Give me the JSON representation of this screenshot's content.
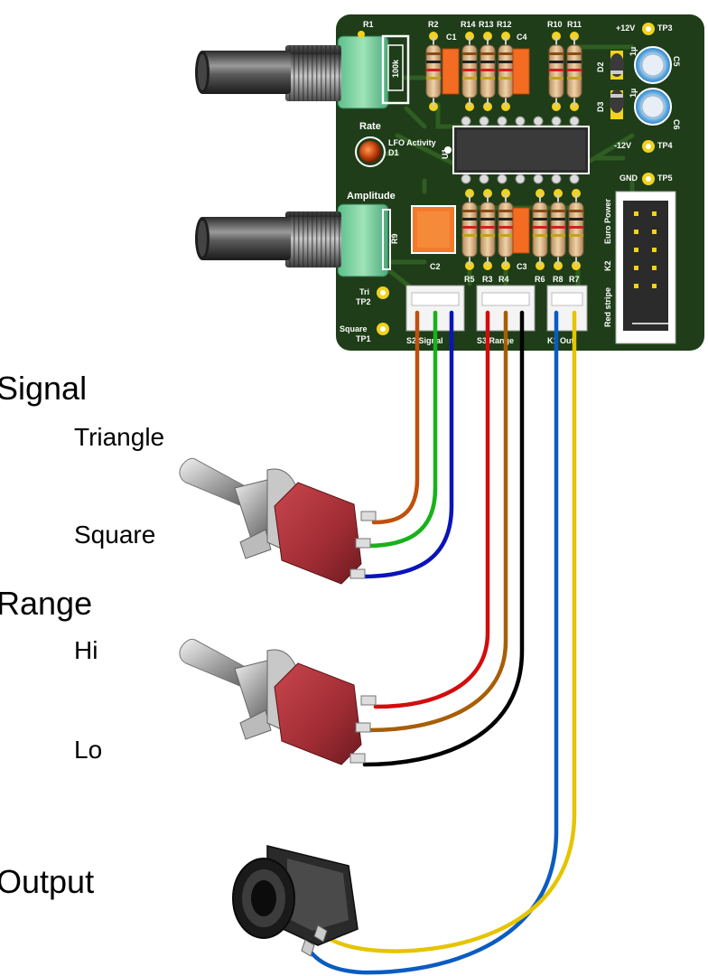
{
  "labels": {
    "signal": "Signal",
    "triangle": "Triangle",
    "square": "Square",
    "range": "Range",
    "hi": "Hi",
    "lo": "Lo",
    "output": "Output"
  },
  "pcb": {
    "r1": "R1",
    "r1_value": "100k",
    "r2": "R2",
    "r14": "R14",
    "r13": "R13",
    "r12": "R12",
    "r10": "R10",
    "r11": "R11",
    "c1": "C1",
    "c4": "C4",
    "plus12": "+12V",
    "tp3": "TP3",
    "c5": "C5",
    "c5_value": "1µ",
    "d2": "D2",
    "d3": "D3",
    "c6": "C6",
    "c6_value": "1µ",
    "rate": "Rate",
    "lfo_activity": "LFO Activity",
    "d1": "D1",
    "u1": "U1",
    "minus12": "-12V",
    "tp4": "TP4",
    "gnd": "GND",
    "tp5": "TP5",
    "amplitude": "Amplitude",
    "r9": "R9",
    "euro_power": "Euro Power",
    "k2": "K2",
    "red_stripe": "Red stripe",
    "c2": "C2",
    "c3": "C3",
    "r5": "R5",
    "r3": "R3",
    "r4": "R4",
    "r6": "R6",
    "r8": "R8",
    "r7": "R7",
    "tri": "Tri",
    "tp2": "TP2",
    "square": "Square",
    "tp1": "TP1",
    "conn_signal": "S2  Signal",
    "conn_range": "S3  Range",
    "conn_out": "K1  Out"
  },
  "colors": {
    "pcb": "#1e3d18",
    "trace": "#2f5d22",
    "pad": "#f2d21c",
    "wire_orange": "#c0500b",
    "wire_green": "#18b21a",
    "wire_blue": "#0a14b8",
    "wire_red": "#d20d0d",
    "wire_brown": "#a85e05",
    "wire_black": "#000000",
    "wire_sky": "#0a5cc2",
    "wire_yellow": "#e6c400",
    "switch_body": "#a8323a"
  }
}
